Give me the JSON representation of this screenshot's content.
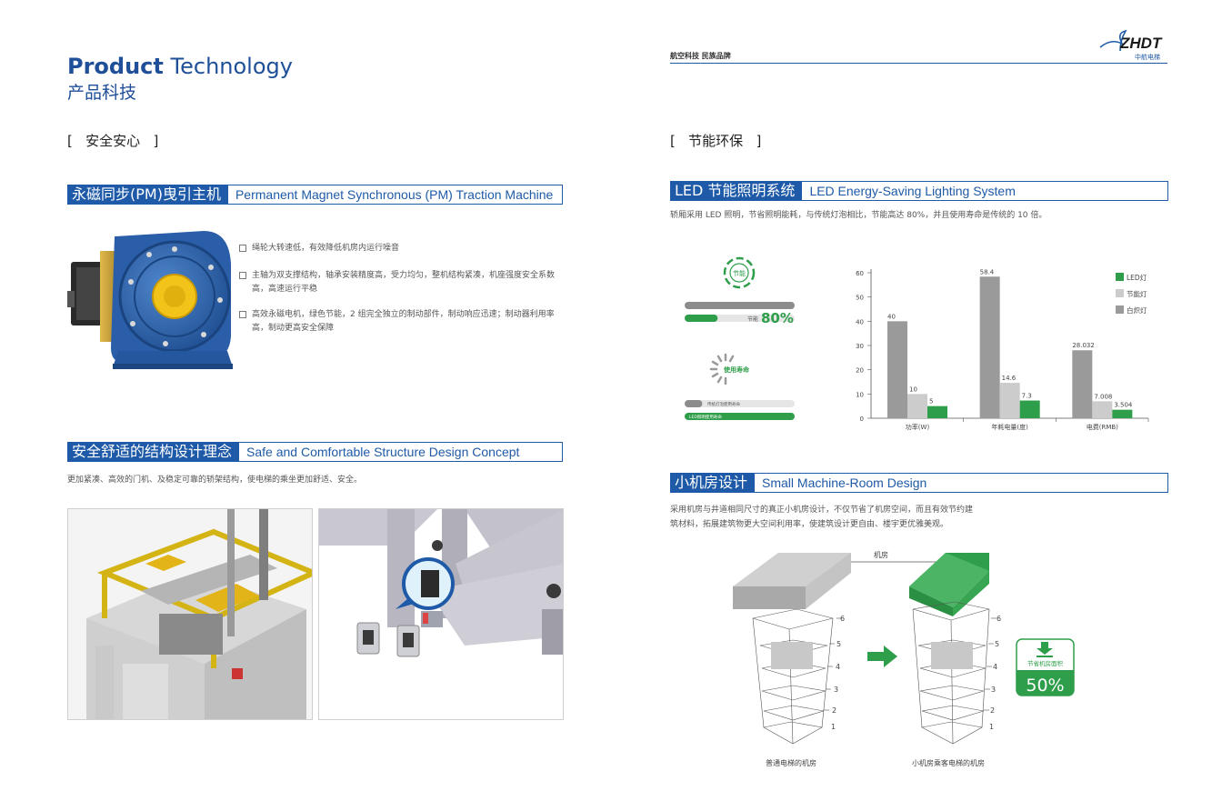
{
  "left": {
    "title_en_bold": "Product",
    "title_en_light": "Technology",
    "title_cn": "产品科技",
    "section_tag": "安全安心",
    "pm_machine": {
      "cn": "永磁同步(PM)曳引主机",
      "en": "Permanent Magnet Synchronous (PM) Traction Machine",
      "bullets": [
        "绳轮大转速低，有效降低机房内运行噪音",
        "主轴为双支撑结构，轴承安装精度高，受力均匀，整机结构紧凑，机座强度安全系数高，高速运行平稳",
        "高效永磁电机，绿色节能，2 组完全独立的制动部件，制动响应迅速；制动器利用率高，制动更高安全保障"
      ]
    },
    "structure": {
      "cn": "安全舒适的结构设计理念",
      "en": "Safe and Comfortable Structure Design Concept",
      "desc": "更加紧凑、高效的门机、及稳定可靠的轿架结构，使电梯的乘坐更加舒适、安全。"
    }
  },
  "right": {
    "slogan": "航空科技 民族品牌",
    "logo_text": "ZHDT",
    "logo_cn": "中航电梯",
    "section_tag": "节能环保",
    "led": {
      "cn": "LED 节能照明系统",
      "en": "LED Energy-Saving Lighting System",
      "desc": "轿厢采用 LED 照明，节省照明能耗，与传统灯泡相比，节能高达 80%，并且使用寿命是传统的 10 倍。",
      "badge_saving": "节能",
      "saving_small": "节能",
      "saving_pct": "80%",
      "badge_life": "使用寿命",
      "life_bar_1": "传统灯泡使用寿命",
      "life_bar_2": "LED照明使用寿命",
      "saving_fraction": 0.8,
      "life_ratio": 10
    },
    "small_room": {
      "cn": "小机房设计",
      "en": "Small Machine-Room Design",
      "desc_line1": "采用机房与井道相同尺寸的真正小机房设计，不仅节省了机房空间，而且有效节约建",
      "desc_line2": "筑材料，拓展建筑物更大空间利用率，使建筑设计更自由、楼宇更优雅美观。",
      "label_room": "机房",
      "caption_left": "普通电梯的机房",
      "caption_right": "小机房乘客电梯的机房",
      "floors": [
        "6",
        "5",
        "4",
        "3",
        "2",
        "1"
      ],
      "badge_label": "节省机房面积",
      "badge_value": "50%",
      "colors": {
        "green": "#2e9e4a",
        "gray": "#b5b5b5"
      }
    }
  },
  "chart_data": {
    "type": "bar",
    "categories": [
      "功率(W)",
      "年耗电量(度)",
      "电费(RMB)"
    ],
    "series": [
      {
        "name": "白炽灯",
        "values": [
          40,
          58.4,
          28.032
        ],
        "color": "#9a9a9a"
      },
      {
        "name": "节能灯",
        "values": [
          10,
          14.6,
          7.008
        ],
        "color": "#cccccc"
      },
      {
        "name": "LED灯",
        "values": [
          5,
          7.3,
          3.504
        ],
        "color": "#2e9e4a"
      }
    ],
    "legend": [
      "LED灯",
      "节能灯",
      "白炽灯"
    ],
    "legend_position": "top-right",
    "yticks": [
      0,
      10,
      20,
      30,
      40,
      50,
      60
    ],
    "ylim": [
      0,
      60
    ],
    "grid": false
  }
}
